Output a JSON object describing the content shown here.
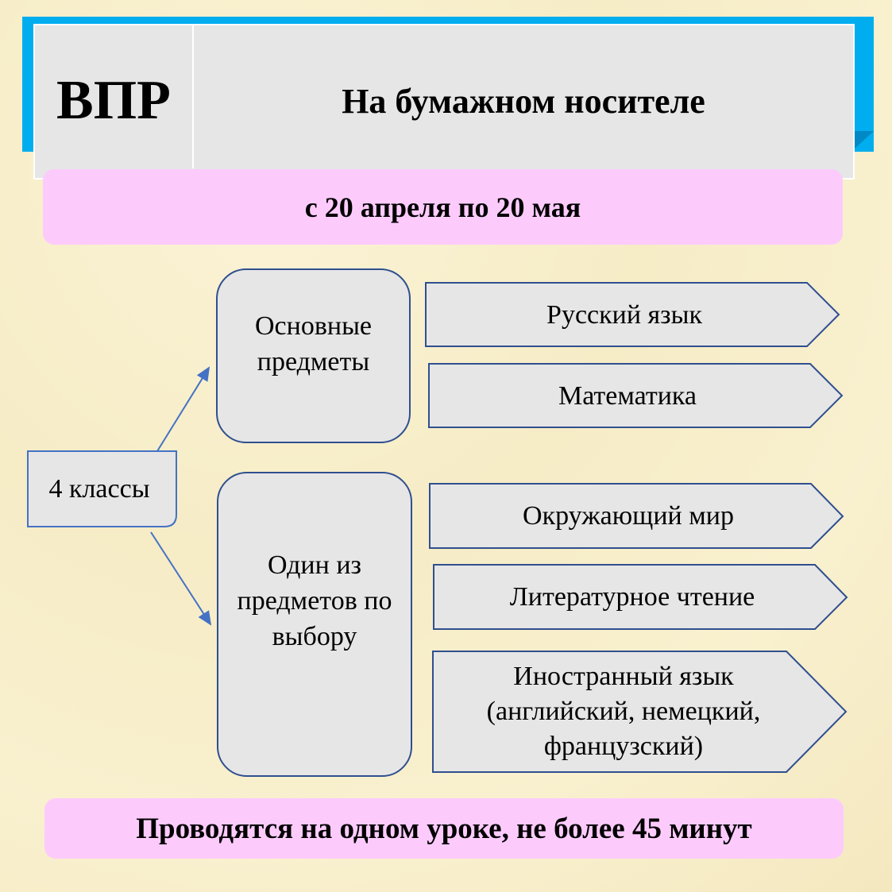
{
  "header": {
    "title": "ВПР",
    "subtitle": "На бумажном носителе"
  },
  "dates": "с 20 апреля по 20 мая",
  "grade": "4 классы",
  "groups": {
    "main": {
      "label": "Основные предметы",
      "subjects": [
        "Русский язык",
        "Математика"
      ]
    },
    "choice": {
      "label": "Один из предметов по выбору",
      "subjects": [
        "Окружающий мир",
        "Литературное чтение",
        "Иностранный язык (английский, немецкий, французский)"
      ]
    }
  },
  "footer": "Проводятся на одном уроке, не более 45 минут",
  "colors": {
    "frame": "#00adef",
    "panel": "#e6e6e6",
    "pink": "#fccbfc",
    "stroke": "#2f4f8f"
  }
}
